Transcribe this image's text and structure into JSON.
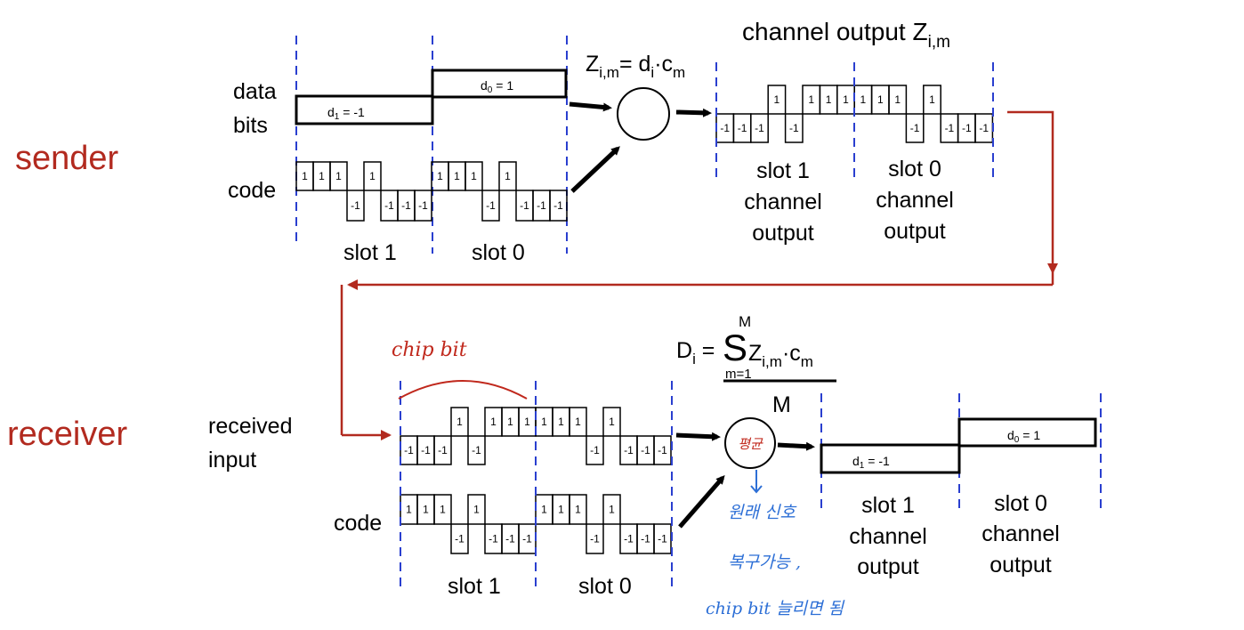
{
  "labels": {
    "sender": "sender",
    "receiver": "receiver",
    "data_bits_line1": "data",
    "data_bits_line2": "bits",
    "code": "code",
    "received_line1": "received",
    "received_line2": "input",
    "slot1": "slot 1",
    "slot0": "slot 0",
    "channel_output_title": "channel output Z",
    "channel_output_sub": "i,m",
    "chan_word1": "channel",
    "chan_word2": "output",
    "d1": "d",
    "d1_sub": "1",
    "d1_val": " = -1",
    "d0": "d",
    "d0_sub": "0",
    "d0_val": " = 1",
    "M": "M"
  },
  "formulas": {
    "sender": {
      "z": "Z",
      "z_sub": "i,m",
      "eq": "= d",
      "d_sub": "i",
      "dot": "·c",
      "c_sub": "m"
    },
    "receiver": {
      "d": "D",
      "d_sub": "i",
      "eq": " = ",
      "sigma": "S",
      "upper": "M",
      "lower": "m=1",
      "z": "Z",
      "z_sub": "i,m",
      "dot": "·c",
      "c_sub": "m",
      "denominator": "M"
    }
  },
  "annotations": {
    "chip_bit": "chip bit",
    "circle_note": "평균",
    "blue_line1": "원래 신호",
    "blue_line2": "복구가능 ,",
    "blue_line3": "chip bit 늘리면 됨"
  },
  "chips": {
    "code": [
      "1",
      "1",
      "1",
      "-1",
      "1",
      "-1",
      "-1",
      "-1"
    ],
    "channel_output": [
      "-1",
      "-1",
      "-1",
      "1",
      "-1",
      "1",
      "1",
      "1",
      "1",
      "1",
      "1",
      "-1",
      "1",
      "-1",
      "-1",
      "-1"
    ]
  },
  "colors": {
    "red": "#b22a1f",
    "blue_dash": "#2a3fcf",
    "blue_hand": "#2d6fd6"
  }
}
